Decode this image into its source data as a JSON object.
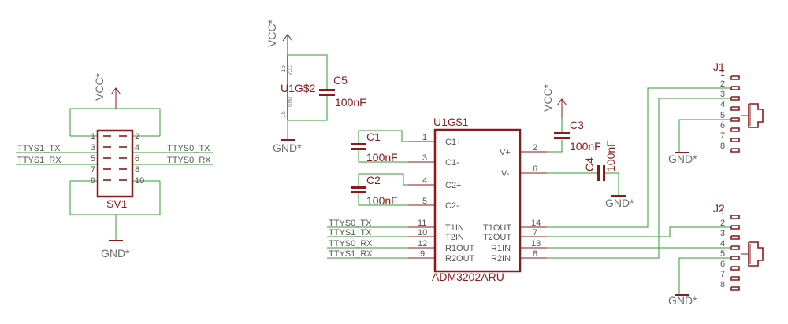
{
  "power": {
    "vcc": "VCC*",
    "gnd": "GND*"
  },
  "sv1": {
    "name": "SV1",
    "pins_left": [
      "1",
      "3",
      "5",
      "7",
      "9"
    ],
    "pins_right": [
      "2",
      "4",
      "6",
      "8",
      "10"
    ],
    "net_left_3": "TTYS1_TX",
    "net_left_5": "TTYS1_RX",
    "net_right_4": "TTYS0_TX",
    "net_right_6": "TTYS0_RX"
  },
  "u1g2": {
    "name": "U1G$2",
    "pin_vcc_num": "16",
    "pin_vcc_name": "VCC",
    "pin_gnd_num": "15",
    "pin_gnd_name": "GND"
  },
  "caps": [
    {
      "name": "C1",
      "value": "100nF"
    },
    {
      "name": "C2",
      "value": "100nF"
    },
    {
      "name": "C3",
      "value": "100nF"
    },
    {
      "name": "C4",
      "value": "100nF"
    },
    {
      "name": "C5",
      "value": "100nF"
    }
  ],
  "u1g1": {
    "name": "U1G$1",
    "part": "ADM3202ARU",
    "left_pins": [
      {
        "num": "1",
        "name": "C1+"
      },
      {
        "num": "3",
        "name": "C1-"
      },
      {
        "num": "4",
        "name": "C2+"
      },
      {
        "num": "5",
        "name": "C2-"
      },
      {
        "num": "11",
        "name": "T1IN"
      },
      {
        "num": "10",
        "name": "T2IN"
      },
      {
        "num": "12",
        "name": "R1OUT"
      },
      {
        "num": "9",
        "name": "R2OUT"
      }
    ],
    "right_pins": [
      {
        "num": "2",
        "name": "V+"
      },
      {
        "num": "6",
        "name": "V-"
      },
      {
        "num": "14",
        "name": "T1OUT"
      },
      {
        "num": "7",
        "name": "T2OUT"
      },
      {
        "num": "13",
        "name": "R1IN"
      },
      {
        "num": "8",
        "name": "R2IN"
      }
    ],
    "input_nets": [
      "TTYS0_TX",
      "TTYS1_TX",
      "TTYS0_RX",
      "TTYS1_RX"
    ]
  },
  "j1": {
    "name": "J1",
    "pins": [
      "1",
      "2",
      "3",
      "4",
      "5",
      "6",
      "7",
      "8"
    ]
  },
  "j2": {
    "name": "J2",
    "pins": [
      "1",
      "2",
      "3",
      "4",
      "5",
      "6",
      "7",
      "8"
    ]
  }
}
